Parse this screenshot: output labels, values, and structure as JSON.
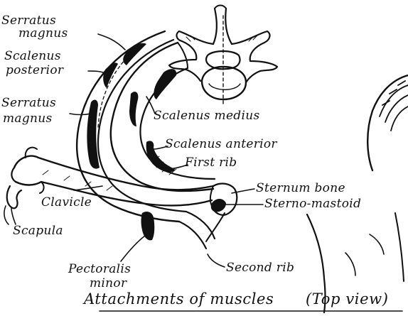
{
  "labels": {
    "serratus_magnus_upper_1": "Serratus",
    "serratus_magnus_upper_2": "magnus",
    "scalenus_posterior_1": "Scalenus",
    "scalenus_posterior_2": "posterior",
    "serratus_magnus_lower_1": "Serratus",
    "serratus_magnus_lower_2": "magnus",
    "scalenus_medius": "Scalenus medius",
    "scalenus_anterior": "Scalenus anterior",
    "first_rib": "First rib",
    "sternum_bone": "Sternum bone",
    "sterno_mastoid": "Sterno-mastoid",
    "clavicle": "Clavicle",
    "scapula": "Scapula",
    "pectoralis_minor_1": "Pectoralis",
    "pectoralis_minor_2": "minor",
    "second_rib": "Second rib"
  },
  "caption": {
    "part1": "Attachments of muscles",
    "part2": "(Top view)"
  }
}
